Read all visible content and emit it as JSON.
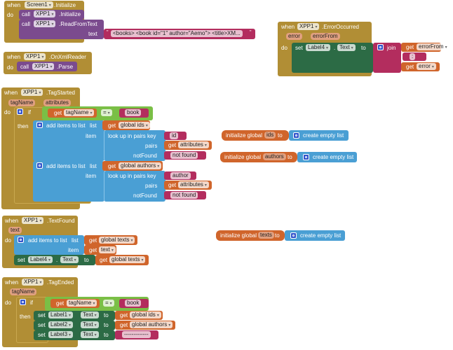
{
  "blocks": {
    "screen_init": {
      "when": "when",
      "component": "Screen1",
      "event": ".Initialize",
      "do": "do",
      "call1": {
        "call": "call",
        "component": "XPP1",
        "method": ".Initialize"
      },
      "call2": {
        "call": "call",
        "component": "XPP1",
        "method": ".ReadFromText",
        "param": "text",
        "value": "<books>  <book id=\"1\" author=\"Aemo\">  <title>XM..."
      }
    },
    "error_occurred": {
      "when": "when",
      "component": "XPP1",
      "event": ".ErrorOccurred",
      "params": [
        "error",
        "errorFrom"
      ],
      "do": "do",
      "set": "set",
      "target": "Label4",
      "dot": ".",
      "prop": "Text",
      "to": "to",
      "join": "join",
      "get": "get",
      "arg1": "errorFrom",
      "sep": ":",
      "arg2": "error"
    },
    "on_xml_reader": {
      "when": "when",
      "component": "XPP1",
      "event": ".OnXmlReader",
      "do": "do",
      "call": "call",
      "call_component": "XPP1",
      "method": ".Parse"
    },
    "tag_started": {
      "when": "when",
      "component": "XPP1",
      "event": ".TagStarted",
      "params": [
        "tagName",
        "attributes"
      ],
      "do": "do",
      "if": "if",
      "then": "then",
      "get": "get",
      "cond_var": "tagName",
      "op": "=",
      "cond_value": "book",
      "add1": {
        "label": "add items to list",
        "list": "list",
        "list_var": "global ids",
        "item": "item",
        "lookup": "look up in pairs  key",
        "key": "id",
        "pairs": "pairs",
        "pairs_var": "attributes",
        "notfound": "notFound",
        "notfound_value": "not found"
      },
      "add2": {
        "label": "add items to list",
        "list": "list",
        "list_var": "global authors",
        "item": "item",
        "lookup": "look up in pairs  key",
        "key": "author",
        "pairs": "pairs",
        "pairs_var": "attributes",
        "notfound": "notFound",
        "notfound_value": "not found"
      }
    },
    "globals": [
      {
        "init": "initialize global",
        "name": "ids",
        "to": "to",
        "value": "create empty list"
      },
      {
        "init": "initialize global",
        "name": "authors",
        "to": "to",
        "value": "create empty list"
      },
      {
        "init": "initialize global",
        "name": "texts",
        "to": "to",
        "value": "create empty list"
      }
    ],
    "text_found": {
      "when": "when",
      "component": "XPP1",
      "event": ".TextFound",
      "params": [
        "text"
      ],
      "do": "do",
      "add": "add items to list",
      "list": "list",
      "list_var": "global texts",
      "item": "item",
      "item_var": "text",
      "set": "set",
      "target": "Label4",
      "dot": ".",
      "prop": "Text",
      "to": "to",
      "get": "get",
      "value_var": "global texts"
    },
    "tag_ended": {
      "when": "when",
      "component": "XPP1",
      "event": ".TagEnded",
      "params": [
        "tagName"
      ],
      "do": "do",
      "if": "if",
      "then": "then",
      "get": "get",
      "cond_var": "tagName",
      "op": "=",
      "cond_value": "book",
      "sets": [
        {
          "set": "set",
          "target": "Label1",
          "prop": "Text",
          "to": "to",
          "value": "global ids"
        },
        {
          "set": "set",
          "target": "Label2",
          "prop": "Text",
          "to": "to",
          "value": "global authors"
        },
        {
          "set": "set",
          "target": "Label3",
          "prop": "Text",
          "to": "to",
          "value": "-------------"
        }
      ]
    }
  }
}
